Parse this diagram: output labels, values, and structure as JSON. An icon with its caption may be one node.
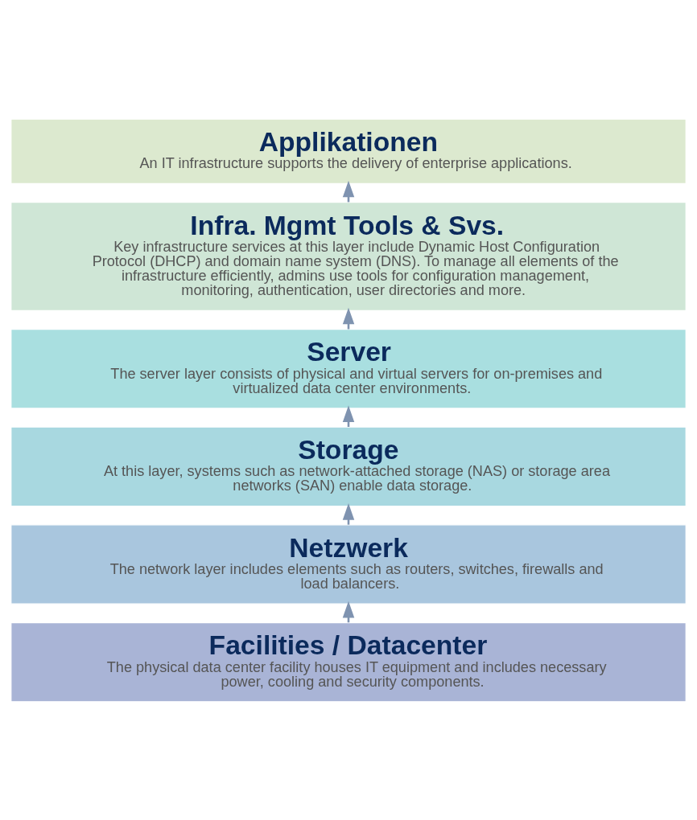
{
  "diagram": {
    "nodes": [
      {
        "text": [
          "Applikationen",
          "An IT infrastructure supports the delivery of enterprise applications."
        ]
      },
      {
        "text": [
          "Infra. Mgmt Tools & Svs.",
          "Key infrastructure services at this layer include Dynamic Host Configuration Protocol (DHCP) and domain name system (DNS). To manage all elements of the infrastructure efficiently, admins use tools for configuration management, monitoring, authentication, user directories and more."
        ]
      },
      {
        "text": [
          "Server",
          "The server layer consists of physical and virtual servers for on-premises and virtualized data center environments."
        ]
      },
      {
        "text": [
          "Storage",
          "At this layer, systems such as network-attached storage (NAS) or storage area networks (SAN) enable data storage."
        ]
      },
      {
        "text": [
          "Netzwerk",
          "The network layer includes elements such as routers, switches, firewalls and load balancers."
        ]
      },
      {
        "text": [
          "Facilities / Datacenter",
          "The physical data center facility houses IT equipment and includes necessary power, cooling and security components."
        ]
      }
    ],
    "edges": [
      {
        "from": 1,
        "to": 0,
        "arrow": "to"
      },
      {
        "from": 2,
        "to": 1,
        "arrow": "to"
      },
      {
        "from": 3,
        "to": 2,
        "arrow": "to"
      },
      {
        "from": 4,
        "to": 3,
        "arrow": "to"
      },
      {
        "from": 5,
        "to": 4,
        "arrow": "to"
      }
    ]
  }
}
